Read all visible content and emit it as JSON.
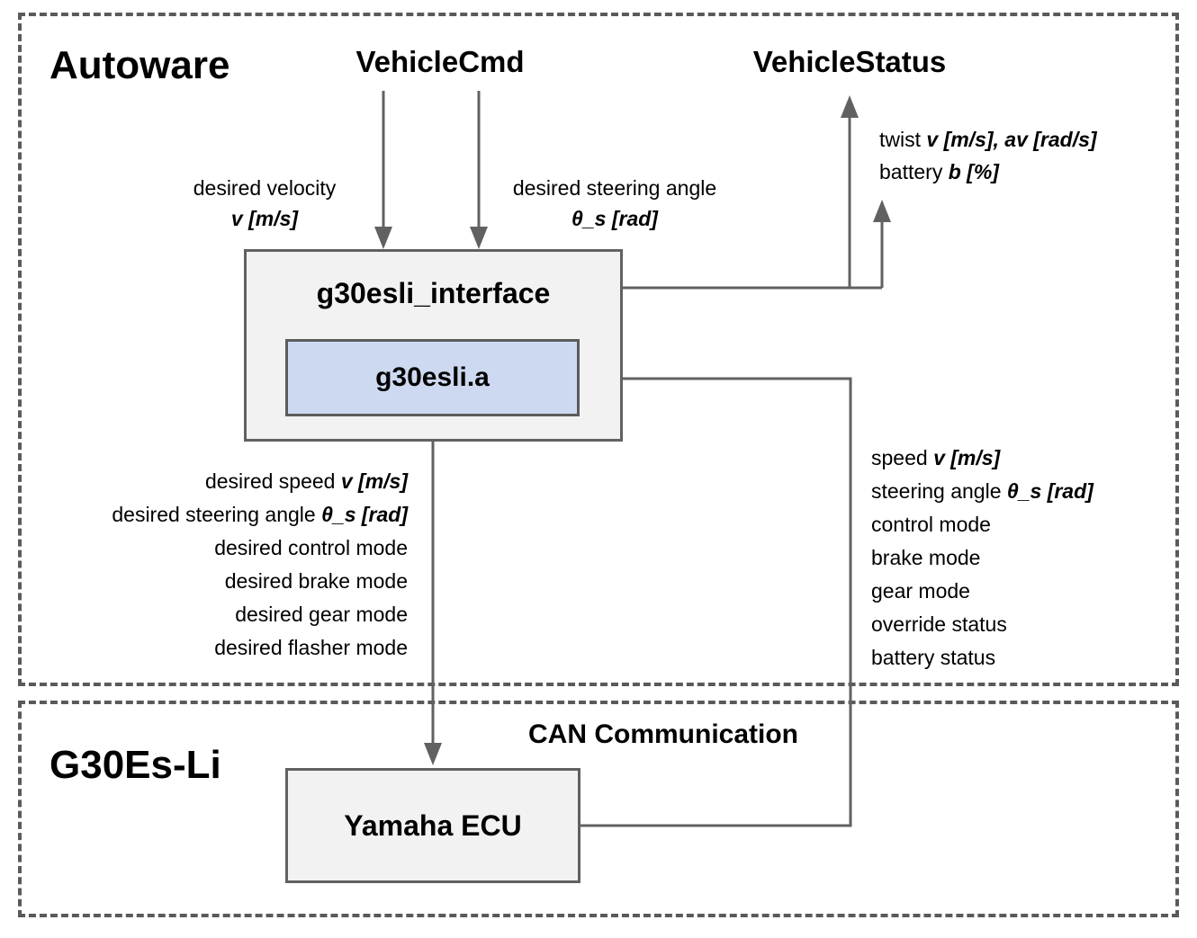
{
  "sections": {
    "autoware": {
      "title": "Autoware"
    },
    "g30esli": {
      "title": "G30Es-Li"
    }
  },
  "topics": {
    "vehicle_cmd": "VehicleCmd",
    "vehicle_status": "VehicleStatus"
  },
  "nodes": {
    "interface": "g30esli_interface",
    "library": "g30esli.a",
    "ecu": "Yamaha ECU"
  },
  "can_label": "CAN Communication",
  "labels": {
    "desired_velocity": {
      "text": "desired velocity",
      "unit": "v [m/s]"
    },
    "desired_steering": {
      "text": "desired steering angle",
      "unit": "θ_s [rad]"
    },
    "vehicle_status_fields": [
      {
        "plain": "twist ",
        "em": "v [m/s], av [rad/s]"
      },
      {
        "plain": "battery ",
        "em": "b [%]"
      }
    ],
    "interface_to_ecu": [
      {
        "plain": "desired speed ",
        "em": "v [m/s]"
      },
      {
        "plain": "desired steering angle ",
        "em": "θ_s [rad]"
      },
      {
        "plain": "desired control mode",
        "em": ""
      },
      {
        "plain": "desired brake mode",
        "em": ""
      },
      {
        "plain": "desired gear mode",
        "em": ""
      },
      {
        "plain": "desired flasher mode",
        "em": ""
      }
    ],
    "ecu_to_interface": [
      {
        "plain": "speed ",
        "em": "v [m/s]"
      },
      {
        "plain": "steering angle ",
        "em": "θ_s [rad]"
      },
      {
        "plain": "control mode",
        "em": ""
      },
      {
        "plain": "brake mode",
        "em": ""
      },
      {
        "plain": "gear mode",
        "em": ""
      },
      {
        "plain": "override status",
        "em": ""
      },
      {
        "plain": "battery status",
        "em": ""
      }
    ]
  },
  "colors": {
    "connector_line": "#616161",
    "dashed_border": "#5a5a5a",
    "node_fill": "#f2f2f2",
    "library_fill": "#cdd9f0",
    "text": "#000000",
    "background": "#ffffff"
  }
}
